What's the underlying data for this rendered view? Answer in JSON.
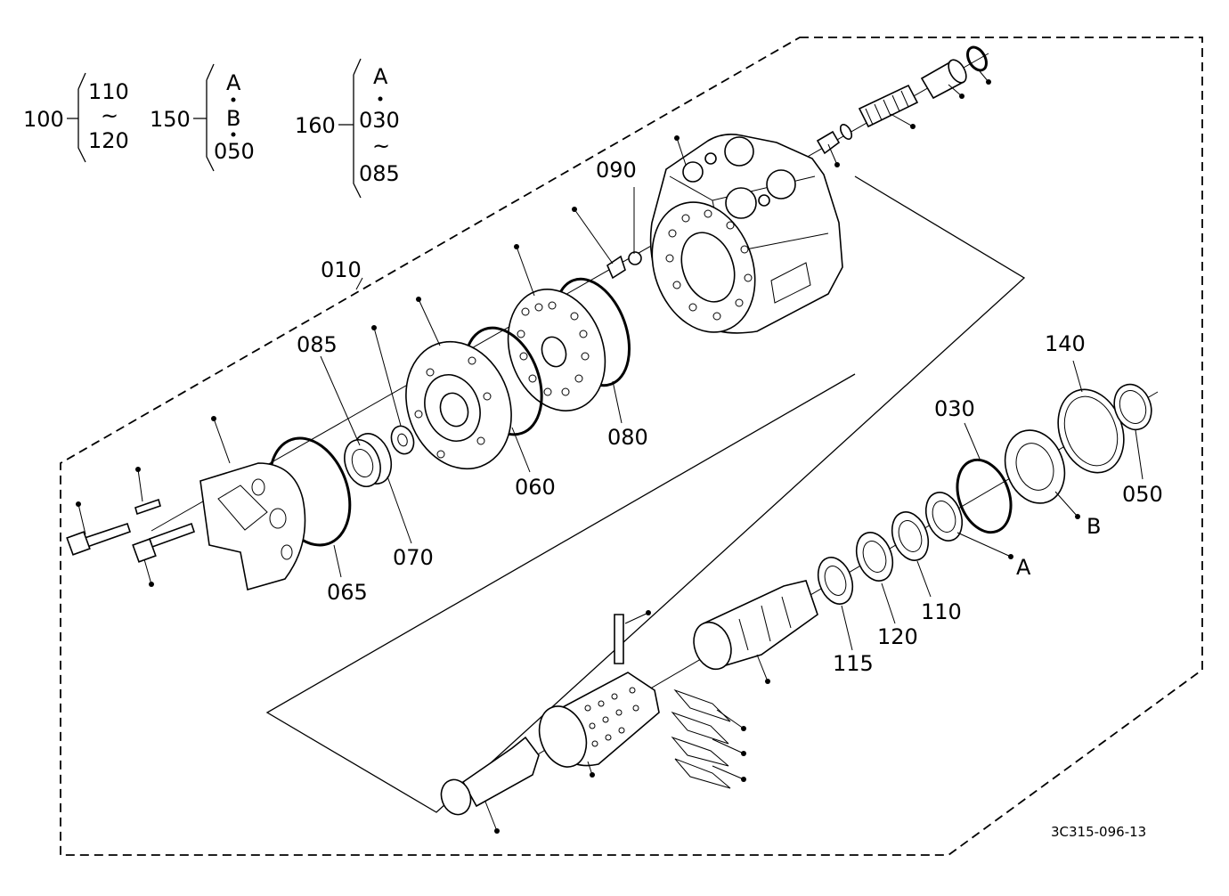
{
  "diagram": {
    "reference_code": "3C315-096-13",
    "legend": {
      "group_100": {
        "label": "100",
        "members": [
          "110",
          "~",
          "120"
        ]
      },
      "group_150": {
        "label": "150",
        "members": [
          "A",
          "B",
          "050"
        ]
      },
      "group_160": {
        "label": "160",
        "members": [
          "A",
          "030",
          "~",
          "085"
        ]
      }
    },
    "parts": {
      "p010": "010",
      "p030": "030",
      "p050": "050",
      "p060": "060",
      "p065": "065",
      "p070": "070",
      "p080": "080",
      "p085": "085",
      "p090": "090",
      "p110": "110",
      "p115": "115",
      "p120": "120",
      "p140": "140",
      "pA": "A",
      "pB": "B"
    }
  }
}
